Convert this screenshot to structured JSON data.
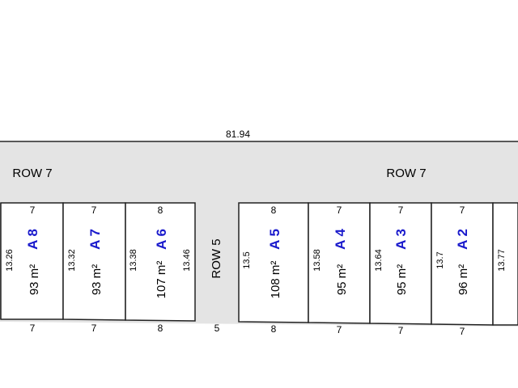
{
  "plan": {
    "top_dimension": "81.94",
    "road_labels": {
      "row7_left": "ROW 7",
      "row7_right": "ROW 7",
      "row5": "ROW 5"
    },
    "lots": [
      {
        "id": "A 8",
        "area": "93 m²",
        "top": "7",
        "bottom": "7",
        "left_depth": "13.26"
      },
      {
        "id": "A 7",
        "area": "93 m²",
        "top": "7",
        "bottom": "7",
        "left_depth": "13.32"
      },
      {
        "id": "A 6",
        "area": "107 m²",
        "top": "8",
        "bottom": "8",
        "left_depth": "13.38",
        "right_depth": "13.46"
      },
      {
        "id": "A 5",
        "area": "108 m²",
        "top": "8",
        "bottom": "8",
        "left_depth": "13.5"
      },
      {
        "id": "A 4",
        "area": "95 m²",
        "top": "7",
        "bottom": "7",
        "left_depth": "13.58"
      },
      {
        "id": "A 3",
        "area": "95 m²",
        "top": "7",
        "bottom": "7",
        "left_depth": "13.64"
      },
      {
        "id": "A 2",
        "area": "96 m²",
        "top": "7",
        "bottom": "7",
        "left_depth": "13.7",
        "right_depth": "13.77"
      }
    ],
    "row5_bottom_width": "5",
    "colors": {
      "road": "#e4e4e4",
      "line": "#222222",
      "lot_id": "#1a1acc",
      "text": "#000000"
    }
  }
}
